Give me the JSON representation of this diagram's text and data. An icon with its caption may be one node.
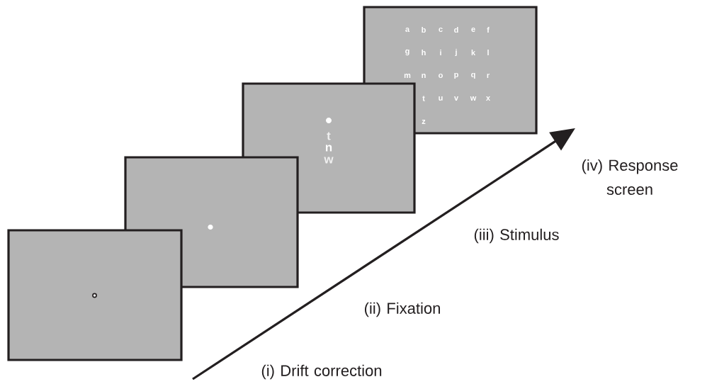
{
  "diagram": {
    "nodes": [
      {
        "text": [],
        "shape": "box"
      },
      {
        "text": [],
        "shape": "box"
      },
      {
        "text": [
          "t",
          "n",
          "w"
        ]
      },
      {
        "text": [
          "a",
          "b",
          "c",
          "d",
          "e",
          "f",
          "g",
          "h",
          "i",
          "j",
          "k",
          "l",
          "m",
          "n",
          "o",
          "p",
          "q",
          "r",
          "t",
          "u",
          "v",
          "w",
          "x",
          "z"
        ]
      }
    ],
    "labels": [
      "(iv) Response screen",
      "(iii) Stimulus",
      "(ii) Fixation",
      "(i) Drift correction"
    ]
  }
}
